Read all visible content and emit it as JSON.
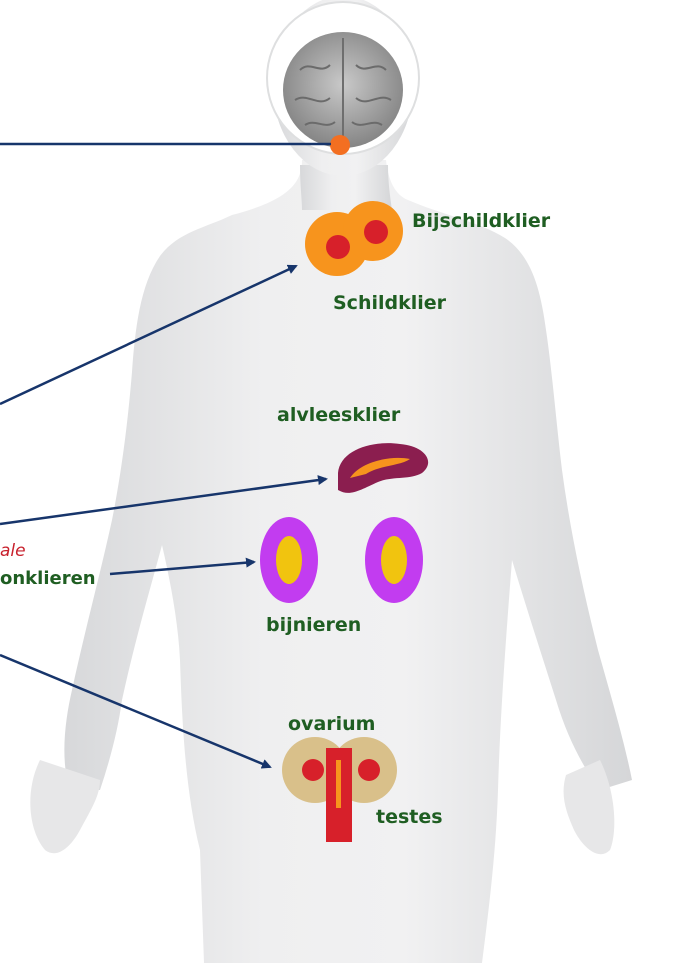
{
  "labels": {
    "bijschildklier": "Bijschildklier",
    "schildklier": "Schildklier",
    "alvleesklier": "alvleesklier",
    "geslachtsklieren_fragment_italic": "ale",
    "geslachtsklieren_fragment": "onklieren",
    "bijnieren": "bijnieren",
    "ovarium": "ovarium",
    "testes": "testes"
  },
  "colors": {
    "label_green": "#1f5e22",
    "italic_red": "#c8202c",
    "arrow_blue": "#17356b",
    "body_light": "#ececed",
    "body_shade": "#d3d4d6",
    "thyroid_orange": "#f7941d",
    "gland_red": "#d7202a",
    "pancreas_purple": "#8b1e4f",
    "pancreas_orange": "#f7941d",
    "adrenal_violet": "#c23cf0",
    "adrenal_yellow": "#f1c40f",
    "gonad_tan": "#d9c08a",
    "uterus_red": "#d7202a",
    "pituitary_orange": "#f36f21",
    "brain_grey": "#9a9a9a"
  },
  "icons": [
    "brain-icon",
    "pituitary-icon",
    "thyroid-icon",
    "parathyroid-icon",
    "pancreas-icon",
    "adrenal-icon",
    "gonad-icon",
    "uterus-icon"
  ]
}
